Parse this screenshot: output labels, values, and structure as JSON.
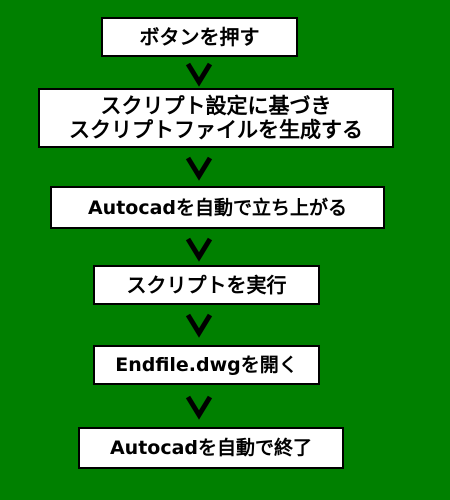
{
  "flow": {
    "steps": [
      {
        "lines": [
          "ボタンを押す"
        ]
      },
      {
        "lines": [
          "スクリプト設定に基づき",
          "スクリプトファイルを生成する"
        ]
      },
      {
        "lines": [
          "Autocadを自動で立ち上がる"
        ]
      },
      {
        "lines": [
          "スクリプトを実行"
        ]
      },
      {
        "lines": [
          "Endfile.dwgを開く"
        ]
      },
      {
        "lines": [
          "Autocadを自動で終了"
        ]
      }
    ]
  },
  "colors": {
    "background": "#008000",
    "box_fill": "#ffffff",
    "box_border": "#000000",
    "arrow": "#000000"
  }
}
